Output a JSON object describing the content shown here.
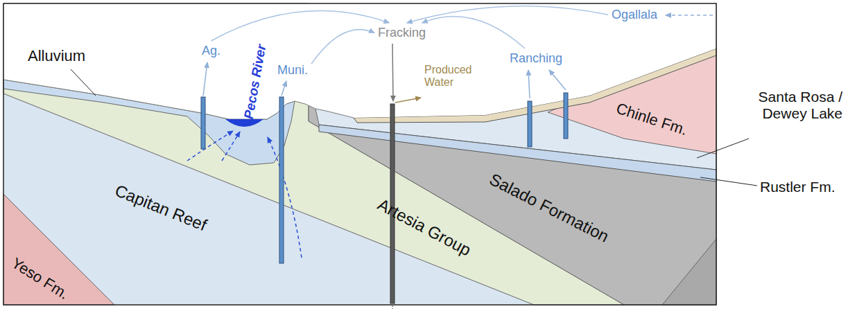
{
  "diagram": {
    "nodes": [
      {
        "text": [
          "Ag."
        ]
      },
      {
        "text": [
          "Muni."
        ]
      },
      {
        "text": [
          "Fracking"
        ]
      },
      {
        "text": [
          "Ranching"
        ]
      },
      {
        "text": [
          "Ogallala"
        ]
      }
    ],
    "edges": [
      {
        "from": 0,
        "to": 2,
        "arrow": "to"
      },
      {
        "from": 1,
        "to": 2,
        "arrow": "to"
      },
      {
        "from": 3,
        "to": 2,
        "arrow": "to"
      },
      {
        "from": 4,
        "to": 2,
        "arrow": "to"
      }
    ],
    "labels": [
      "Alluvium",
      "Pecos River",
      "Produced Water",
      "Capitan Reef",
      "Artesia Group",
      "Salado Formation",
      "Chinle Fm.",
      "Santa Rosa / Dewey Lake",
      "Rustler Fm.",
      "Yeso Fm."
    ]
  }
}
